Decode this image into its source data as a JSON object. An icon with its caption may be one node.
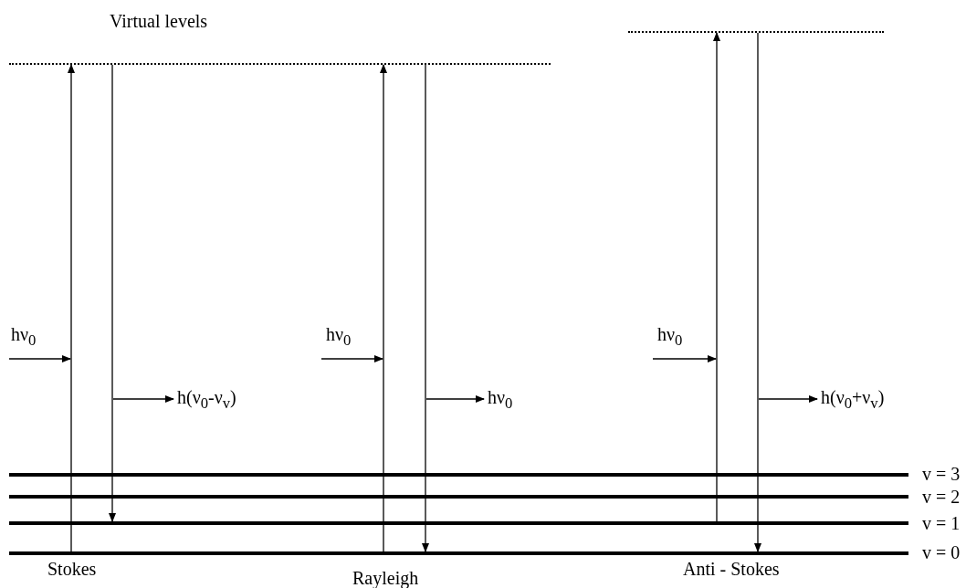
{
  "diagram": {
    "nodes": [
      {
        "text": [],
        "shape": "bar",
        "beside": [
          "Virtual levels"
        ]
      },
      {
        "text": [],
        "shape": "bar"
      },
      {
        "text": [],
        "shape": "bar",
        "beside": [
          "v = 3"
        ]
      },
      {
        "text": [],
        "shape": "bar",
        "beside": [
          "v = 2"
        ]
      },
      {
        "text": [],
        "shape": "bar",
        "beside": [
          "v = 1"
        ]
      },
      {
        "text": [],
        "shape": "bar",
        "beside": [
          "v = 0"
        ]
      }
    ],
    "edges": [
      {
        "from": 5,
        "to": 0,
        "arrow": "to"
      },
      {
        "from": 0,
        "to": 4,
        "arrow": "to"
      },
      {
        "from": 5,
        "to": 0,
        "arrow": "to"
      },
      {
        "from": 0,
        "to": 5,
        "arrow": "to"
      },
      {
        "from": 4,
        "to": 1,
        "arrow": "to"
      },
      {
        "from": 1,
        "to": 5,
        "arrow": "to"
      }
    ],
    "labels": [
      "hν$_{0}$",
      "hν$_{0}$",
      "hν$_{0}$",
      "h(ν$_{0}$-ν$_{v}$)",
      "hν$_{0}$",
      "h(ν$_{0}$+ν$_{v}$)",
      "Stokes",
      "Rayleigh",
      "Anti - Stokes"
    ]
  }
}
